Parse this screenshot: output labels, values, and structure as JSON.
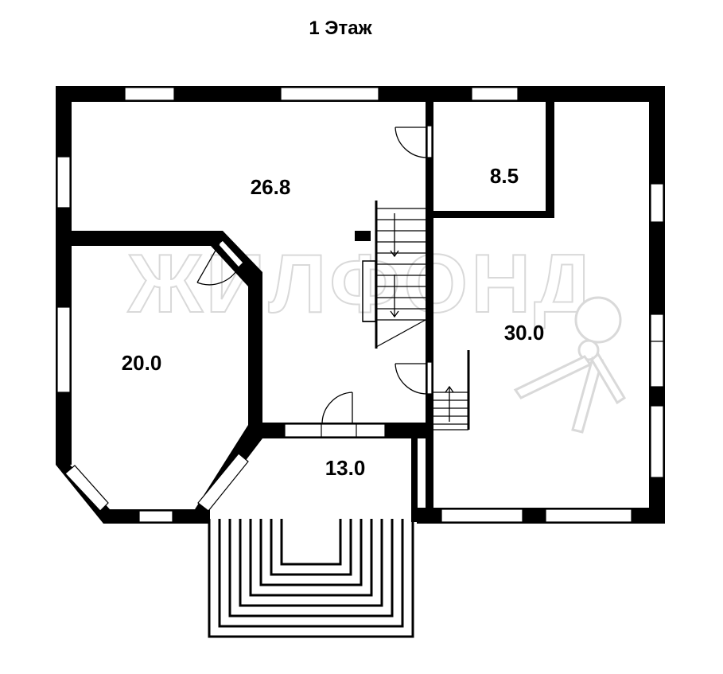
{
  "plan": {
    "title": "1 Этаж",
    "rooms": [
      {
        "id": "hall",
        "area": "26.8"
      },
      {
        "id": "storage",
        "area": "8.5"
      },
      {
        "id": "bedroom",
        "area": "20.0"
      },
      {
        "id": "living",
        "area": "30.0"
      },
      {
        "id": "porch",
        "area": "13.0"
      }
    ],
    "watermark": "ЖИЛФОНД",
    "colors": {
      "wall": "#000000",
      "window": "#ffffff",
      "watermark": "#d9d9d9"
    }
  }
}
